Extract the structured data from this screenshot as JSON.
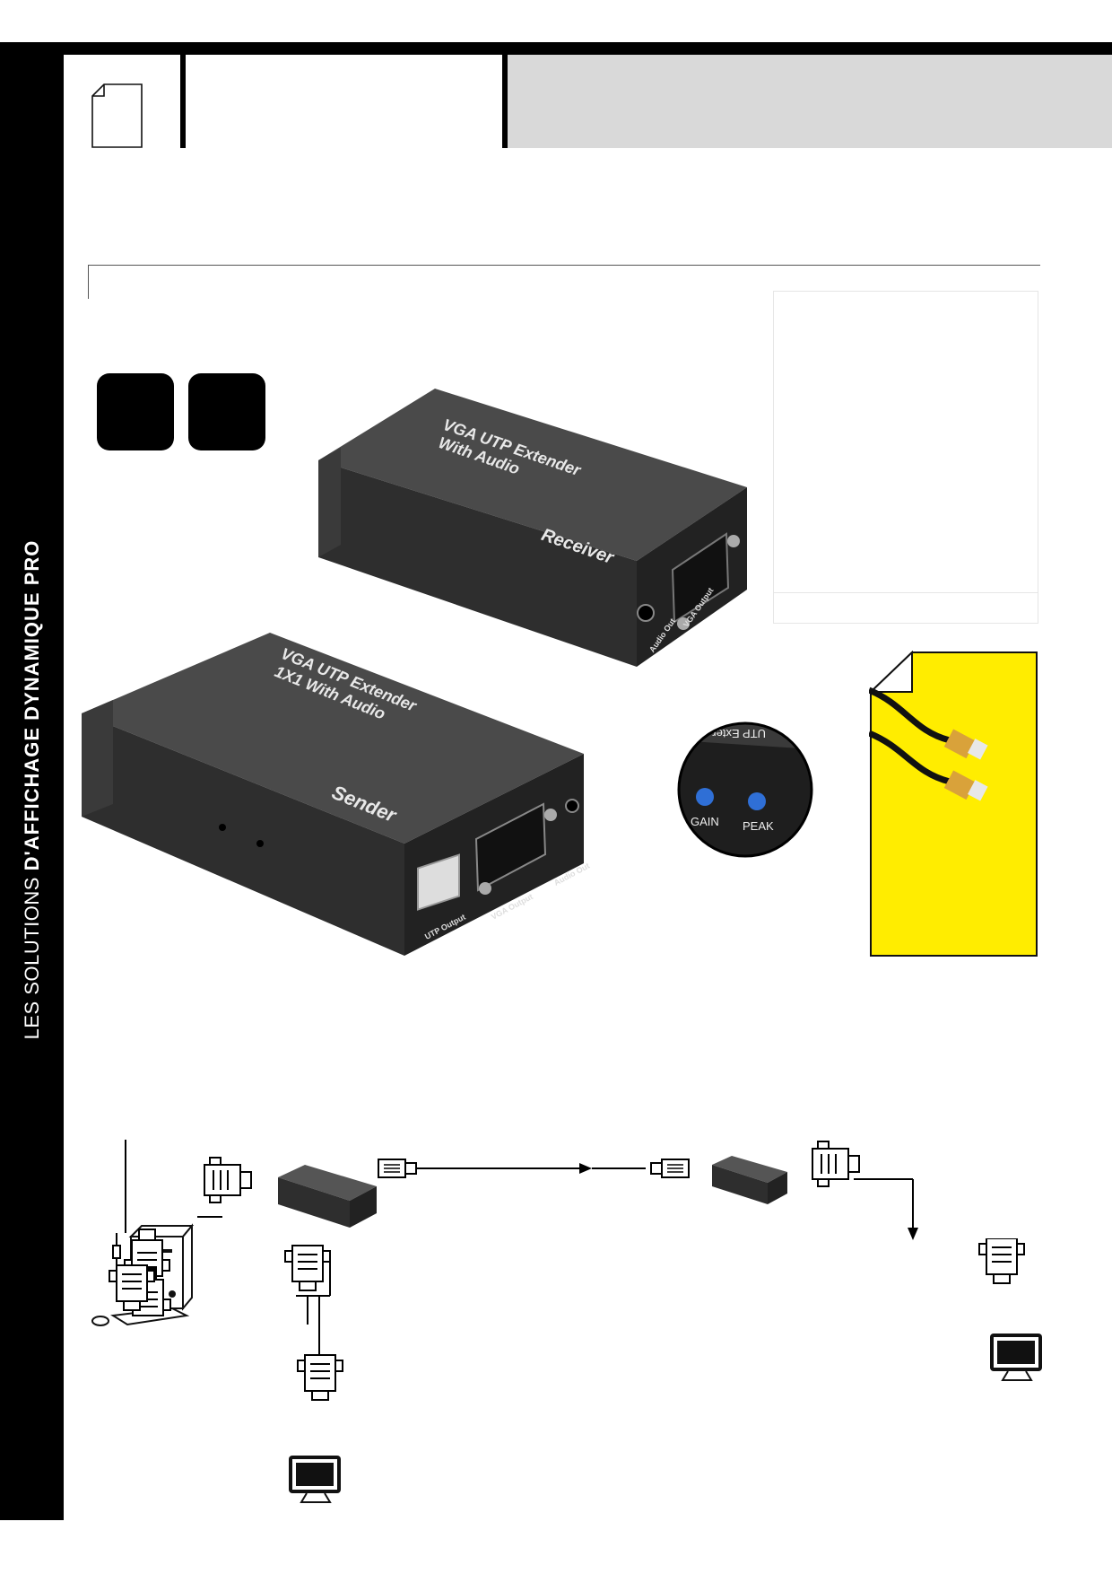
{
  "sidebar": {
    "text_normal": "LES SOLUTIONS ",
    "text_bold": "D'AFFICHAGE DYNAMIQUE PRO"
  },
  "receiver": {
    "title_line1": "VGA UTP Extender",
    "title_line2": "With Audio",
    "name": "Receiver",
    "port_vga": "VGA Output",
    "port_audio": "Audio Out"
  },
  "sender": {
    "title_line1": "VGA UTP Extender",
    "title_line2": "1X1 With Audio",
    "name": "Sender",
    "port_utp": "UTP Output",
    "port_vga": "VGA Output",
    "port_audio": "Audio Out"
  },
  "zoom": {
    "knob1": "GAIN",
    "knob2": "PEAK",
    "header_text": "UTP Exter"
  },
  "colors": {
    "yellow_panel": "#ffed00",
    "grey_band": "#d9d9d9",
    "device_body": "#333333"
  }
}
